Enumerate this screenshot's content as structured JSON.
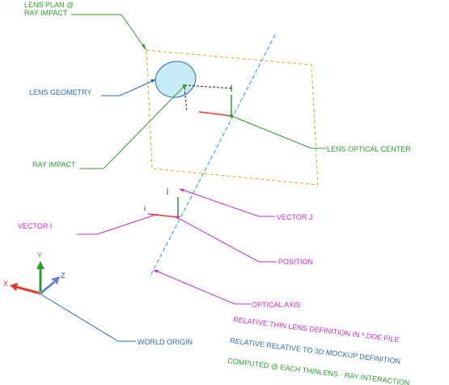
{
  "colors": {
    "green": "#2e9a2e",
    "blue": "#2f6aa3",
    "magenta": "#c82bc8",
    "yellow": "#cfae16",
    "cyan": "#2c8fd6",
    "red": "#e43a2c",
    "lens_fill": "#c7ecf7",
    "black": "#222222"
  },
  "labels": {
    "lens_plan_line1": "LENS PLAN @",
    "lens_plan_line2": "RAY IMPACT",
    "lens_geometry": "LENS GEOMETRY",
    "lens_optical_center": "LENS OPTICAL CENTER",
    "ray_impact": "RAY IMPACT",
    "vector_i": "VECTOR I",
    "vector_j": "VECTOR J",
    "position": "POSITION",
    "optical_axis": "OPTICAL AXIS",
    "world_origin": "WORLD ORIGIN",
    "axis_i": "i",
    "axis_j": "j",
    "axis_x": "X",
    "axis_y": "Y",
    "axis_z": "Z"
  },
  "legend": [
    {
      "text": "RELATIVE THIN LENS DEFINITION IN *.DOE FILE",
      "color_key": "magenta"
    },
    {
      "text": "RELATIVE RELATIVE TO 3D MOCKUP DEFINITION",
      "color_key": "blue"
    },
    {
      "text": "COMPUTED @ EACH THINLENS - RAY INTERACTION",
      "color_key": "green"
    }
  ]
}
